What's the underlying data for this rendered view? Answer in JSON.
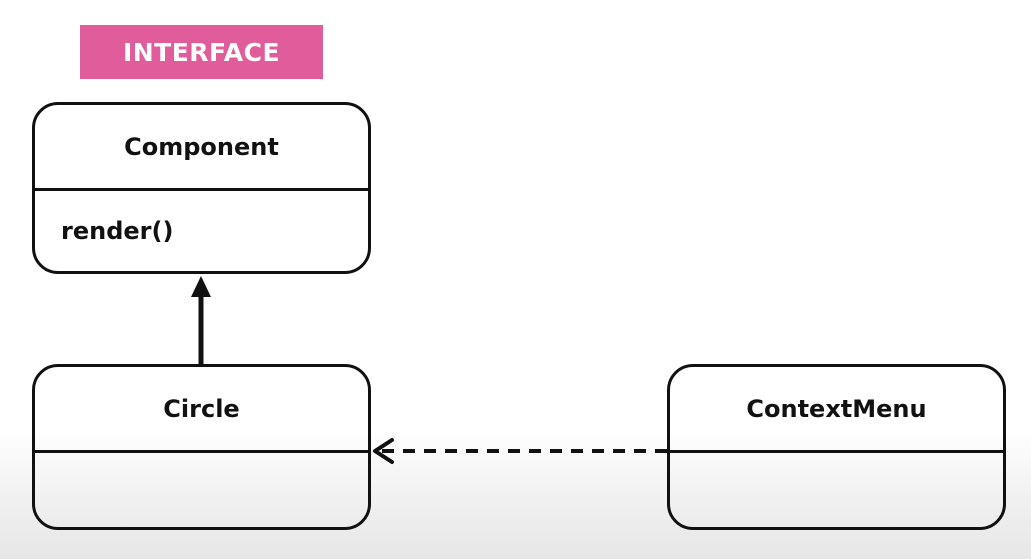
{
  "badge": {
    "label": "INTERFACE",
    "color": "#e05c9a"
  },
  "classes": {
    "component": {
      "name": "Component",
      "method": "render()"
    },
    "circle": {
      "name": "Circle",
      "method": ""
    },
    "context_menu": {
      "name": "ContextMenu",
      "method": ""
    }
  },
  "relations": [
    {
      "type": "inheritance",
      "from": "Circle",
      "to": "Component",
      "style": "solid"
    },
    {
      "type": "dependency",
      "from": "ContextMenu",
      "to": "Circle",
      "style": "dashed"
    }
  ],
  "colors": {
    "stroke": "#111111",
    "text": "#111111"
  }
}
